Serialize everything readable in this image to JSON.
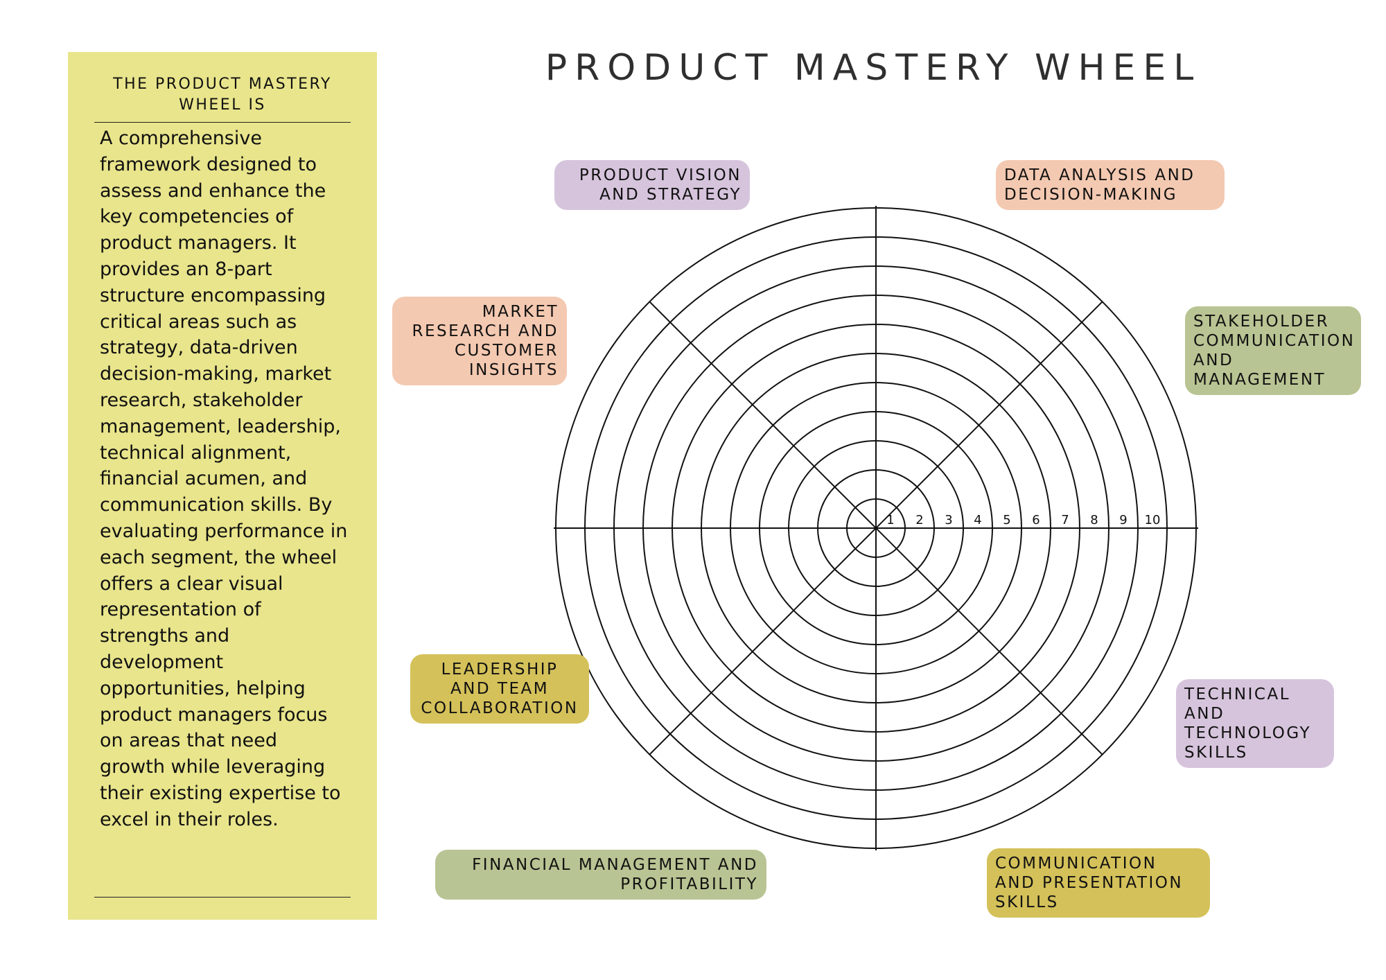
{
  "title": "PRODUCT MASTERY WHEEL",
  "sidebar": {
    "heading": "THE PRODUCT MASTERY WHEEL IS",
    "body": "A comprehensive framework designed to assess and enhance the key competencies of product managers. It provides an 8-part structure encompassing critical areas such as strategy, data-driven decision-making, market research, stakeholder management, leadership, technical alignment, financial acumen, and communication skills. By evaluating performance in each segment, the wheel offers a clear visual representation of strengths and development opportunities, helping product managers focus on areas that need growth while leveraging their existing expertise to excel in their roles."
  },
  "wheel": {
    "scale": [
      "1",
      "2",
      "3",
      "4",
      "5",
      "6",
      "7",
      "8",
      "9",
      "10"
    ],
    "segments": [
      {
        "label": "PRODUCT VISION AND STRATEGY",
        "color": "#d6c4dc"
      },
      {
        "label": "DATA ANALYSIS AND DECISION-MAKING",
        "color": "#f4c9b1"
      },
      {
        "label": "STAKEHOLDER COMMUNICATION AND MANAGEMENT",
        "color": "#b8c493"
      },
      {
        "label": "TECHNICAL AND TECHNOLOGY SKILLS",
        "color": "#d6c4dc"
      },
      {
        "label": "COMMUNICATION AND PRESENTATION SKILLS",
        "color": "#d4c15a"
      },
      {
        "label": "FINANCIAL MANAGEMENT AND PROFITABILITY",
        "color": "#b8c493"
      },
      {
        "label": "LEADERSHIP AND TEAM COLLABORATION",
        "color": "#d4c15a"
      },
      {
        "label": "MARKET RESEARCH AND CUSTOMER INSIGHTS",
        "color": "#f4c9b1"
      }
    ]
  }
}
